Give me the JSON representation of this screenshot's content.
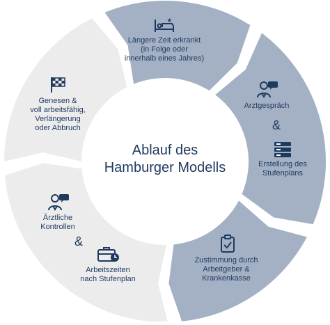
{
  "center": {
    "line1": "Ablauf des",
    "line2": "Hamburger Modells"
  },
  "steps": [
    {
      "id": "sick",
      "lines": [
        "Längere Zeit erkrankt",
        "(in Folge oder",
        "innerhalb eines Jahres)"
      ],
      "icon": "bed-icon",
      "fill": "#a4b1c4"
    },
    {
      "id": "doctor",
      "lines": [
        "Arztgespräch"
      ],
      "icon": "doctor-chat-icon",
      "fill": "#a4b1c4"
    },
    {
      "id": "plan",
      "lines": [
        "Erstellung des",
        "Stufenplans"
      ],
      "icon": "server-stack-icon",
      "fill": "#a4b1c4"
    },
    {
      "id": "approval",
      "lines": [
        "Zustimmung durch",
        "Arbeitgeber &",
        "Krankenkasse"
      ],
      "icon": "clipboard-check-icon",
      "fill": "#a4b1c4"
    },
    {
      "id": "hours",
      "lines": [
        "Arbeitszeiten",
        "nach Stufenplan"
      ],
      "icon": "briefcase-clock-icon",
      "fill": "#ececec"
    },
    {
      "id": "checks",
      "lines": [
        "Ärztliche",
        "Kontrollen"
      ],
      "icon": "doctor-chat-icon",
      "fill": "#ececec"
    },
    {
      "id": "end",
      "lines": [
        "Genesen &",
        "voll arbeitsfähig,",
        "Verlängerung",
        "oder Abbruch"
      ],
      "icon": "finish-flag-icon",
      "fill": "#ececec"
    }
  ],
  "ampersands": {
    "right": "&",
    "left": "&"
  },
  "colors": {
    "text": "#1f3a5f",
    "blue_segment": "#a4b1c4",
    "grey_segment": "#ececec",
    "icon": "#1f3a5f"
  }
}
